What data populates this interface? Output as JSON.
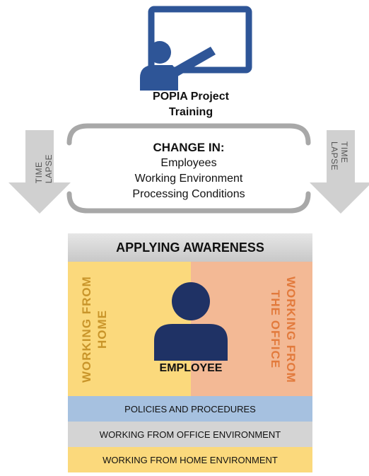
{
  "training": {
    "title_line1": "POPIA Project",
    "title_line2": "Training",
    "icon": "presentation-board-icon"
  },
  "change": {
    "heading": "CHANGE IN:",
    "items": [
      "Employees",
      "Working Environment",
      "Processing Conditions"
    ]
  },
  "time_lapse": {
    "left": [
      "TIME",
      "LAPSE"
    ],
    "right": [
      "TIME",
      "LAPSE"
    ]
  },
  "awareness": {
    "heading": "APPLYING AWARENESS",
    "home_panel": [
      "WORKING FROM",
      "HOME"
    ],
    "office_panel": [
      "WORKING FROM",
      "THE OFFICE"
    ],
    "employee_label": "EMPLOYEE",
    "employee_icon": "person-icon"
  },
  "bands": {
    "policies": "POLICIES AND PROCEDURES",
    "office_env": "WORKING FROM OFFICE ENVIRONMENT",
    "home_env": "WORKING FROM HOME ENVIRONMENT"
  },
  "colors": {
    "icon_blue": "#2e5597",
    "employee_navy": "#1f3265",
    "home_yellow": "#fbd97c",
    "office_peach": "#f3b995",
    "policies_blue": "#a6c1e0",
    "office_grey": "#d4d4d4",
    "arrow_grey": "#d0d0d0"
  }
}
